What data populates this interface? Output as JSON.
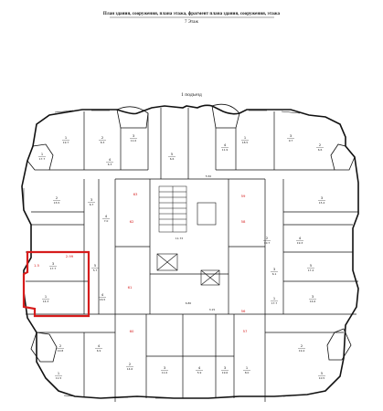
{
  "header": {
    "title": "План здания, сооружения, плана этажа, фрагмент плана здания, сооружения, этажа",
    "floor": "7 Этаж",
    "entrance": "1 подъезд"
  },
  "highlight_color": "#d61c1c",
  "rooms": [
    {
      "id": "r1",
      "num": "1",
      "area": "19.7"
    },
    {
      "id": "r2",
      "num": "2",
      "area": "8.3"
    },
    {
      "id": "r3",
      "num": "3",
      "area": "11.0"
    },
    {
      "id": "r4",
      "num": "4",
      "area": "6.3"
    },
    {
      "id": "r5",
      "num": "5",
      "area": "6.6"
    },
    {
      "id": "r6",
      "num": "1",
      "area": "18.5"
    },
    {
      "id": "r7",
      "num": "4",
      "area": "11.9"
    },
    {
      "id": "r8",
      "num": "3",
      "area": "9.7"
    },
    {
      "id": "r9",
      "num": "2",
      "area": "6.6"
    },
    {
      "id": "r10",
      "num": "1",
      "area": "17.7"
    },
    {
      "id": "r11",
      "num": "2",
      "area": "15.5"
    },
    {
      "id": "r12",
      "num": "3",
      "area": "6.7"
    },
    {
      "id": "r13",
      "num": "4",
      "area": "7.0"
    },
    {
      "id": "r14",
      "num": "3",
      "area": "17.7"
    },
    {
      "id": "r15",
      "num": "5",
      "area": "5.7"
    },
    {
      "id": "r16",
      "num": "1",
      "area": "14.3"
    },
    {
      "id": "r17",
      "num": "4",
      "area": "16.5"
    },
    {
      "id": "r18",
      "num": "3",
      "area": "15.4"
    },
    {
      "id": "r19",
      "num": "4",
      "area": "19.3"
    },
    {
      "id": "r20",
      "num": "2",
      "area": "10.7"
    },
    {
      "id": "r21",
      "num": "5",
      "area": "17.4"
    },
    {
      "id": "r22",
      "num": "3",
      "area": "6.1"
    },
    {
      "id": "r23",
      "num": "3",
      "area": "14.6"
    },
    {
      "id": "r24",
      "num": "1",
      "area": "17.7"
    },
    {
      "id": "r25",
      "num": "2",
      "area": "10.8"
    },
    {
      "id": "r26",
      "num": "4",
      "area": "6.9"
    },
    {
      "id": "r27",
      "num": "1",
      "area": "11.5"
    },
    {
      "id": "r28",
      "num": "2",
      "area": "14.6"
    },
    {
      "id": "r29",
      "num": "3",
      "area": "11.0"
    },
    {
      "id": "r30",
      "num": "4",
      "area": "5.9"
    },
    {
      "id": "r31",
      "num": "3",
      "area": "19.6"
    },
    {
      "id": "r32",
      "num": "1",
      "area": "8.0"
    },
    {
      "id": "r33",
      "num": "2",
      "area": "19.4"
    },
    {
      "id": "r34",
      "num": "5",
      "area": "10.5"
    }
  ],
  "core_labels": [
    {
      "id": "c1",
      "text": "11.73"
    },
    {
      "id": "c2",
      "text": "6.80"
    },
    {
      "id": "c3",
      "text": "5.50"
    },
    {
      "id": "c4",
      "text": "3.15"
    }
  ],
  "highlight_labels": [
    {
      "id": "h1",
      "text": "2.99"
    },
    {
      "id": "h2",
      "text": "1.5"
    }
  ],
  "markers": [
    {
      "id": "m1",
      "text": "62"
    },
    {
      "id": "m2",
      "text": "63"
    },
    {
      "id": "m3",
      "text": "61"
    },
    {
      "id": "m4",
      "text": "60"
    },
    {
      "id": "m5",
      "text": "59"
    },
    {
      "id": "m6",
      "text": "58"
    },
    {
      "id": "m7",
      "text": "57"
    },
    {
      "id": "m8",
      "text": "56"
    }
  ]
}
